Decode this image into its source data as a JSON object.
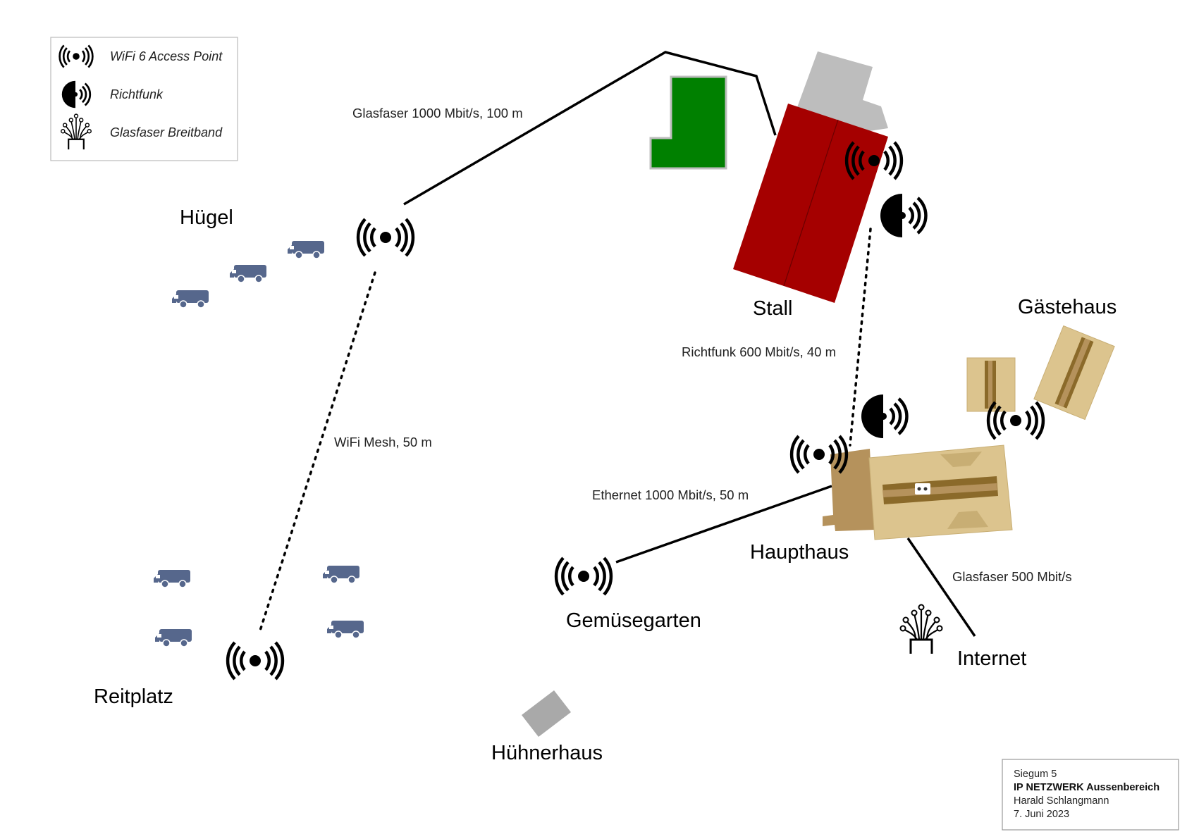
{
  "legend": {
    "wifi": "WiFi 6 Access Point",
    "richtfunk": "Richtfunk",
    "glasfaser": "Glasfaser Breitband"
  },
  "locations": {
    "huegel": "Hügel",
    "stall": "Stall",
    "gaestehaus": "Gästehaus",
    "haupthaus": "Haupthaus",
    "gemuesegarten": "Gemüsegarten",
    "internet": "Internet",
    "reitplatz": "Reitplatz",
    "huehnerhaus": "Hühnerhaus"
  },
  "links": {
    "glasfaser_stall": "Glasfaser 1000 Mbit/s, 100 m",
    "richtfunk": "Richtfunk 600 Mbit/s, 40 m",
    "wifi_mesh": "WiFi Mesh, 50 m",
    "ethernet": "Ethernet 1000 Mbit/s, 50 m",
    "glasfaser_internet": "Glasfaser 500 Mbit/s"
  },
  "title_block": {
    "line1": "Siegum 5",
    "title": "IP NETZWERK Aussenbereich",
    "author": "Harald Schlangmann",
    "date": "7. Juni 2023"
  },
  "colors": {
    "stall": "#a50000",
    "garden": "#008000",
    "gray_building": "#bdbdbd",
    "house": "#dcc48e",
    "house_annex": "#b5925c",
    "house_beam": "#8b6a2a",
    "camper": "#56678c"
  }
}
